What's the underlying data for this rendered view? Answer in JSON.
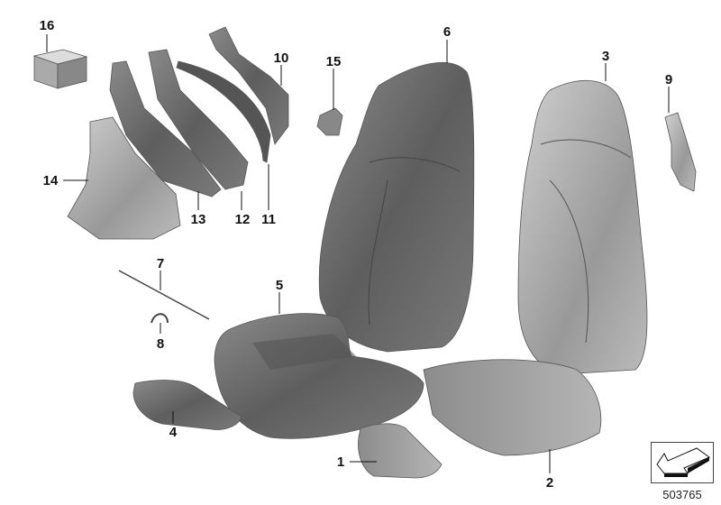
{
  "diagram": {
    "callouts": [
      "1",
      "2",
      "3",
      "4",
      "5",
      "6",
      "7",
      "8",
      "9",
      "10",
      "11",
      "12",
      "13",
      "14",
      "15",
      "16"
    ],
    "catalog_number": "503765",
    "nav_icon": "arrow-down-left-icon",
    "colors": {
      "part_dark": "#6e6e6e",
      "part_mid": "#9a9a9a",
      "part_light": "#c8c8c8"
    }
  }
}
